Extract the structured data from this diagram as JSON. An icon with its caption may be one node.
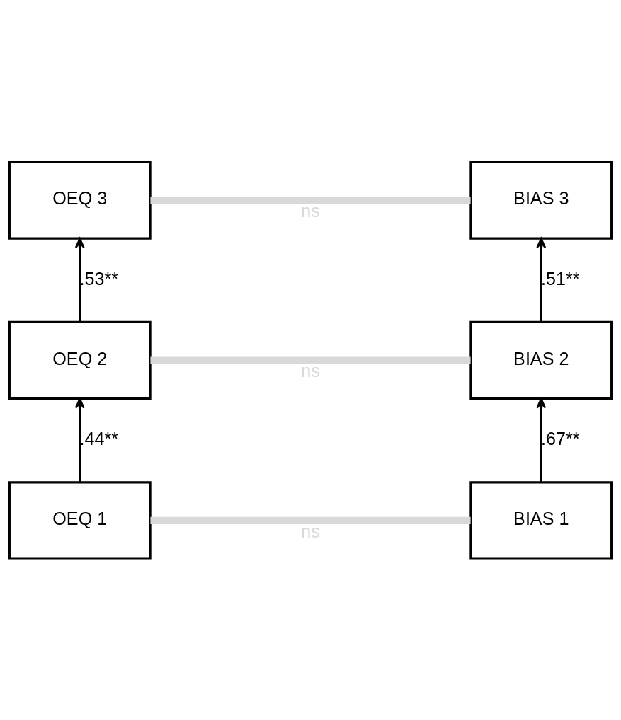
{
  "diagram": {
    "nodes": [
      {
        "text": [
          "OEQ 3"
        ]
      },
      {
        "text": [
          "BIAS 3"
        ]
      },
      {
        "text": [
          "OEQ 2"
        ]
      },
      {
        "text": [
          "BIAS 2"
        ]
      },
      {
        "text": [
          "OEQ 1"
        ]
      },
      {
        "text": [
          "BIAS 1"
        ]
      }
    ],
    "edges": [
      {
        "from": 4,
        "to": 2,
        "arrow": "to",
        "label": ".44**"
      },
      {
        "from": 2,
        "to": 0,
        "arrow": "to",
        "label": ".53**"
      },
      {
        "from": 5,
        "to": 3,
        "arrow": "to",
        "label": ".67**"
      },
      {
        "from": 3,
        "to": 1,
        "arrow": "to",
        "label": ".51**"
      },
      {
        "from": 0,
        "to": 1,
        "arrow": "none",
        "label": "ns",
        "style": "thick",
        "color": "#d9d9d9"
      },
      {
        "from": 2,
        "to": 3,
        "arrow": "none",
        "label": "ns",
        "style": "thick",
        "color": "#d9d9d9"
      },
      {
        "from": 4,
        "to": 5,
        "arrow": "none",
        "label": "ns",
        "style": "thick",
        "color": "#d9d9d9"
      }
    ]
  }
}
